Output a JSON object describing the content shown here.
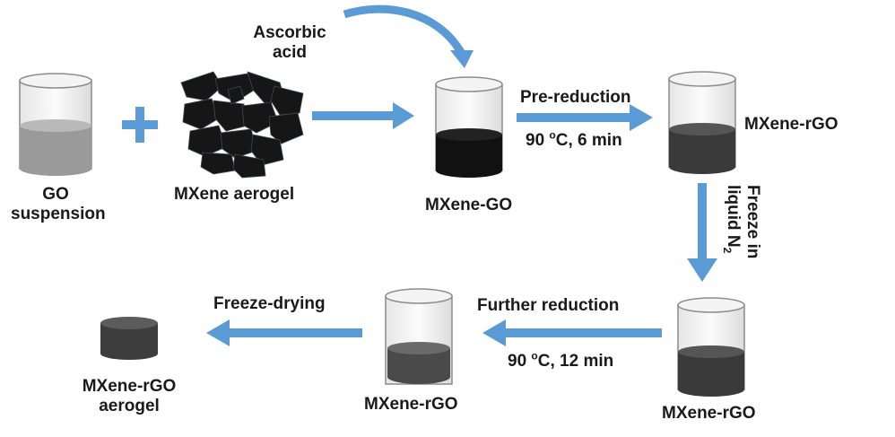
{
  "colors": {
    "arrow": "#5b9bd5",
    "glass_edge": "#8c8c8c",
    "go_liquid": "#9a9a9a",
    "go_liquid_top": "#b9b9b9",
    "mxene_go_liquid": "#111111",
    "rgo_liquid": "#3a3a3a",
    "rgo_liquid_top": "#555555",
    "rgo_solid": "#4a4a4a",
    "aerogel": "#3d3d3d",
    "flake": "#161616"
  },
  "icons": [
    "plus-icon",
    "arrow-icon",
    "beaker-icon",
    "curved-arrow-icon",
    "aerogel-flakes-icon",
    "cylinder-icon"
  ],
  "labels": {
    "go_line1": "GO",
    "go_line2": "suspension",
    "mxene_aerogel": "MXene aerogel",
    "ascorbic_line1": "Ascorbic",
    "ascorbic_line2": "acid",
    "mxene_go": "MXene-GO",
    "pre_reduction": "Pre-reduction",
    "temp1_a": "90 ",
    "temp1_sup": "o",
    "temp1_b": "C, 6 min",
    "mxene_rgo_1": "MXene-rGO",
    "freeze_line1": "Freeze in",
    "freeze_line2": "liquid N",
    "freeze_sub": "2",
    "mxene_rgo_2": "MXene-rGO",
    "further_reduction": "Further reduction",
    "temp2_a": "90 ",
    "temp2_sup": "o",
    "temp2_b": "C, 12 min",
    "mxene_rgo_3": "MXene-rGO",
    "freeze_drying": "Freeze-drying",
    "final_line1": "MXene-rGO",
    "final_line2": "aerogel"
  }
}
